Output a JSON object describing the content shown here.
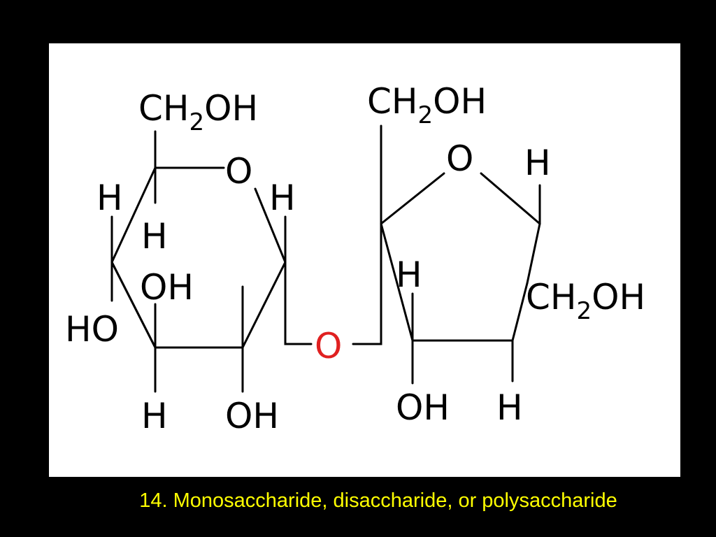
{
  "molecule": {
    "pyranose": {
      "ch2oh": {
        "prefix": "CH",
        "sub": "2",
        "suffix": "OH"
      },
      "ring_o": "O",
      "h_left": "H",
      "h_inner": "H",
      "h_right": "H",
      "oh_inner": "OH",
      "ho_left": "HO",
      "h_bottom": "H",
      "oh_bottom": "OH"
    },
    "glycosidic_o": "O",
    "furanose": {
      "ch2oh_top": {
        "prefix": "CH",
        "sub": "2",
        "suffix": "OH"
      },
      "ring_o": "O",
      "h_top_right": "H",
      "h_inner": "H",
      "ch2oh_right": {
        "prefix": "CH",
        "sub": "2",
        "suffix": "OH"
      },
      "oh_bottom": "OH",
      "h_bottom": "H"
    },
    "colors": {
      "bond": "#000000",
      "glycosidic_o": "#e02020"
    }
  },
  "caption": "14. Monosaccharide, disaccharide, or polysaccharide",
  "colors": {
    "background": "#000000",
    "panel": "#ffffff",
    "caption": "#ffff00"
  }
}
